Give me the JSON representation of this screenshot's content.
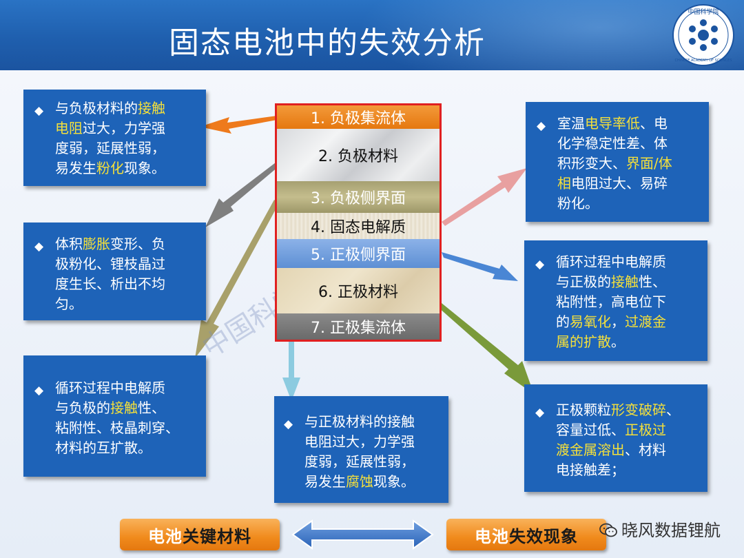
{
  "title": "固态电池中的失效分析",
  "logo": {
    "text": "中国科学院",
    "label": "CHINESE ACADEMY OF SCIENCES",
    "icon": "cas-logo-icon"
  },
  "stack": {
    "layers": [
      {
        "label": "1. 负极集流体"
      },
      {
        "label": "2. 负极材料"
      },
      {
        "label": "3. 负极侧界面"
      },
      {
        "label": "4. 固态电解质"
      },
      {
        "label": "5. 正极侧界面"
      },
      {
        "label": "6. 正极材料"
      },
      {
        "label": "7. 正极集流体"
      }
    ]
  },
  "boxes": {
    "tl": {
      "l1a": "与负极材料的",
      "l1b": "接触",
      "l2a": "电阻",
      "l2b": "过大，力学强",
      "l3": "度弱，延展性弱，",
      "l4a": "易发生",
      "l4b": "粉化",
      "l4c": "现象。"
    },
    "ml": {
      "l1a": "体积",
      "l1b": "膨胀",
      "l1c": "变形、负",
      "l2": "极粉化、锂枝晶过",
      "l3": "度生长、析出不均",
      "l4": "匀。"
    },
    "bl": {
      "l1": "循环过程中电解质",
      "l2a": "与负极的",
      "l2b": "接触",
      "l2c": "性、",
      "l3": "粘附性、枝晶刺穿、",
      "l4": "材料的互扩散。"
    },
    "bc": {
      "l1": "与正极材料的接触",
      "l2": "电阻过大，力学强",
      "l3": "度弱，延展性弱，",
      "l4a": "易发生",
      "l4b": "腐蚀",
      "l4c": "现象。"
    },
    "tr": {
      "l1a": "室温",
      "l1b": "电导率低",
      "l1c": "、电",
      "l2": "化学稳定性差、体",
      "l3a": "积形变大、",
      "l3b": "界面/体",
      "l4a": "相",
      "l4b": "电阻过大、易碎",
      "l5": "粉化。"
    },
    "mr": {
      "l1": "循环过程中电解质",
      "l2a": "与正极的",
      "l2b": "接触",
      "l2c": "性、",
      "l3": "粘附性，高电位下",
      "l4a": "的",
      "l4b": "易氧化",
      "l4c": "，",
      "l4d": "过渡金",
      "l5a": "属的扩散",
      "l5b": "。"
    },
    "br": {
      "l1a": "正极颗粒",
      "l1b": "形变破碎",
      "l1c": "、",
      "l2a": "容量过低、",
      "l2b": "正极过",
      "l3a": "渡金属溶出",
      "l3b": "、材料",
      "l4": "电接触差；"
    }
  },
  "bullet": "◆",
  "bottom": {
    "left_a": "电池",
    "left_b": "关键材料",
    "right_a": "电池",
    "right_b": "失效现象"
  },
  "watermark": {
    "diagonal": "中国科学院物理研究所",
    "source": "晓风数据锂航"
  },
  "colors": {
    "box_bg": "#1e63b8",
    "highlight": "#f5e03a",
    "stack_border": "#e02020",
    "arrow_orange": "#ee7a1c",
    "arrow_gray": "#7f7f7f",
    "arrow_olive": "#a8a06a",
    "arrow_cyan": "#8ccbe0",
    "arrow_pink": "#e8a0a0",
    "arrow_blue": "#4a86d4",
    "arrow_green": "#7a9a3a"
  }
}
